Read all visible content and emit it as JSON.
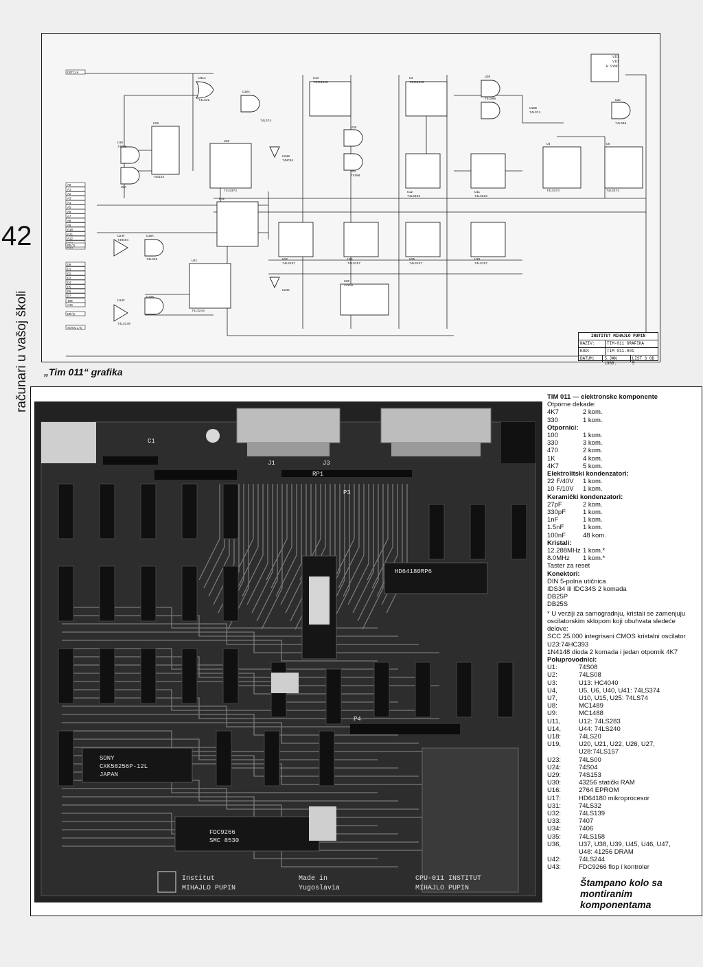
{
  "page_number": "42",
  "side_title": "računari u vašoj školi",
  "schematic": {
    "caption": "„Tim 011“ grafika",
    "signals_left": [
      "DOTCLK",
      "A0",
      "A1",
      "A2",
      "A3",
      "A4",
      "A5",
      "A6",
      "A7",
      "A8",
      "A9",
      "A10",
      "A11",
      "A12",
      "A13",
      "A14",
      "RD/Q",
      "D0",
      "D1",
      "D2",
      "D3",
      "D4",
      "D5",
      "D6",
      "D7",
      "IOE",
      "A15",
      "WR/Q",
      "SCROLL/Q"
    ],
    "signals_right": [
      "VID",
      "VID",
      "H SYNC"
    ],
    "chip_labels": [
      "U31A",
      "74LS32",
      "U10A",
      "74LS74",
      "U13",
      "74HC4040",
      "U3",
      "74HC4040",
      "U20",
      "74LS08",
      "U10B",
      "74LS74",
      "U2C",
      "74LS08",
      "U29",
      "74S153",
      "U10",
      "74S08",
      "U1A",
      "U40",
      "74LS374",
      "U24B",
      "74HC04",
      "U1B",
      "U1C",
      "74S08",
      "U12",
      "74LS283",
      "U11",
      "74LS283",
      "U4",
      "74LS374",
      "U5",
      "74LS374",
      "U41",
      "U22",
      "74LS157",
      "U21",
      "74LS157",
      "U20",
      "74LS157",
      "U19",
      "74LS157",
      "U24F",
      "74HC04",
      "U18A",
      "74LS20",
      "U42",
      "74LS244",
      "U24E",
      "U30",
      "43256",
      "U14F",
      "74LS240",
      "U18B"
    ],
    "title_block": {
      "institute": "INSTITUT MIHAJLO PUPIN",
      "naziv_label": "NAZIV:",
      "naziv": "TIM-011 GRAFIKA",
      "kod_label": "KOD:",
      "kod": "TIM 011.001",
      "datum_label": "DATUM:",
      "datum": "5.JAN 1988.",
      "list": "LIST 3 OD 5"
    }
  },
  "photo": {
    "board_labels": [
      "C1",
      "J1",
      "J3",
      "RP1",
      "P3",
      "P4",
      "FDC9266",
      "SMC 8530",
      "SONY",
      "CXK58256P-12L",
      "JAPAN",
      "HD64180RP6"
    ],
    "bottom_labels": [
      "Institut",
      "MIHAJLO PUPIN",
      "Made in",
      "Yugoslavia",
      "CPU-011 INSTITUT",
      "MIHAJLO PUPIN"
    ]
  },
  "parts_list": {
    "title": "TIM 011 — elektronske komponente",
    "sections": [
      {
        "heading": "Otporne dekade:",
        "bold": false,
        "rows": [
          [
            "4K7",
            "2 kom."
          ],
          [
            "330",
            "1 kom."
          ]
        ]
      },
      {
        "heading": "Otpornici:",
        "bold": true,
        "rows": [
          [
            "100",
            "1 kom."
          ],
          [
            "330",
            "3 kom."
          ],
          [
            "470",
            "2 kom."
          ],
          [
            "1K",
            "4 kom."
          ],
          [
            "4K7",
            "5 kom."
          ]
        ]
      },
      {
        "heading": "Elektrolitski kondenzatori:",
        "bold": true,
        "rows": [
          [
            "22 F/40V",
            "1 kom."
          ],
          [
            "10 F/10V",
            "1 kom."
          ]
        ]
      },
      {
        "heading": "Keramički kondenzatori:",
        "bold": true,
        "rows": [
          [
            "27pF",
            "2 kom."
          ],
          [
            "330pF",
            "1 kom."
          ],
          [
            "1nF",
            "1 kom."
          ],
          [
            "1.5nF",
            "1 kom."
          ],
          [
            "100nF",
            "48 kom."
          ]
        ]
      },
      {
        "heading": "Kristali:",
        "bold": true,
        "rows": [
          [
            "12.288MHz",
            "1 kom.*"
          ],
          [
            "8.0MHz",
            "1 kom.*"
          ]
        ]
      }
    ],
    "taster": "Taster za reset",
    "konektori_heading": "Konektori:",
    "konektori": [
      "DIN 5-polna utičnica",
      "IDS34 ili IDC34S 2 komada",
      "DB25P",
      "DB25S"
    ],
    "note": "* U verziji za samogradnju, kristali se zamenjuju oscilatorskim sklopom koji obuhvata sledeće delove:",
    "note_items": [
      "SCC 25.000 integrisani CMOS kristalni oscilator",
      "U23:74HC393",
      "1N4148 dioda 2 komada i jedan otpornik 4K7"
    ],
    "poluprovodnici_heading": "Poluprovodnici:",
    "poluprovodnici": [
      [
        "U1:",
        "74S08"
      ],
      [
        "U2:",
        "74LS08"
      ],
      [
        "U3:",
        "U13: HC4040"
      ],
      [
        "U4,",
        "U5, U6, U40, U41: 74LS374"
      ],
      [
        "U7,",
        "U10, U15, U25: 74LS74"
      ],
      [
        "U8:",
        "MC1489"
      ],
      [
        "U9:",
        "MC1488"
      ],
      [
        "U11,",
        "U12: 74LS283"
      ],
      [
        "U14,",
        "U44: 74LS240"
      ],
      [
        "U18:",
        "74LS20"
      ],
      [
        "U19,",
        "U20, U21, U22, U26, U27, U28:74LS157"
      ],
      [
        "U23:",
        "74LS00"
      ],
      [
        "U24:",
        "74S04"
      ],
      [
        "U29:",
        "74S153"
      ],
      [
        "U30:",
        "43256 statički RAM"
      ],
      [
        "U16:",
        "2764 EPROM"
      ],
      [
        "U17:",
        "HD64180 mikroprocesor"
      ],
      [
        "U31:",
        "74LS32"
      ],
      [
        "U32:",
        "74LS139"
      ],
      [
        "U33:",
        "7407"
      ],
      [
        "U34:",
        "7406"
      ],
      [
        "U35:",
        "74LS158"
      ],
      [
        "U36,",
        "U37, U38, U39, U45, U46, U47,"
      ],
      [
        "",
        "U48: 41256 DRAM"
      ],
      [
        "U42:",
        "74LS244"
      ],
      [
        "U43:",
        "FDC9266 flop i kontroler"
      ]
    ]
  },
  "bottom_caption": [
    "Štampano kolo sa",
    "montiranim",
    "komponentama"
  ]
}
